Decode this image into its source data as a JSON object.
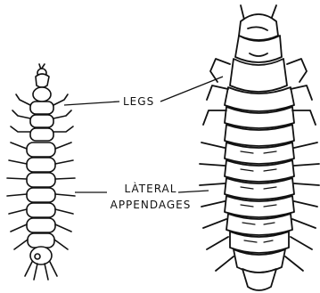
{
  "labels": {
    "legs": "LEGS",
    "lateral": "LÀTERAL",
    "appendages": "APPENDAGES"
  },
  "colors": {
    "ink": "#111111",
    "paper": "#ffffff"
  }
}
